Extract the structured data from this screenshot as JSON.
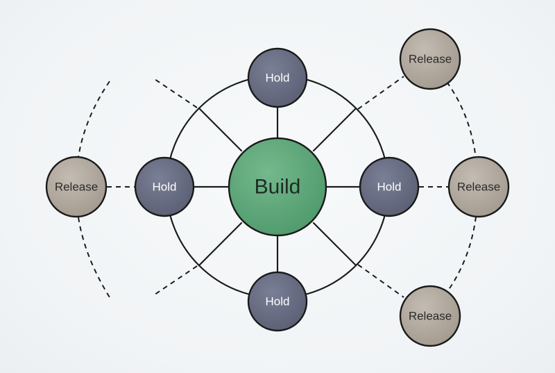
{
  "center": {
    "label": "Build",
    "color": "#5fa77a"
  },
  "hold_nodes": [
    {
      "id": "top",
      "label": "Hold"
    },
    {
      "id": "left",
      "label": "Hold"
    },
    {
      "id": "right",
      "label": "Hold"
    },
    {
      "id": "bottom",
      "label": "Hold"
    }
  ],
  "release_nodes": [
    {
      "id": "left",
      "label": "Release"
    },
    {
      "id": "top-right",
      "label": "Release"
    },
    {
      "id": "right",
      "label": "Release"
    },
    {
      "id": "bottom-right",
      "label": "Release"
    }
  ],
  "colors": {
    "hold": "#6c7187",
    "release": "#b5ada3",
    "build": "#5fa77a",
    "ink": "#1c1c1c"
  }
}
